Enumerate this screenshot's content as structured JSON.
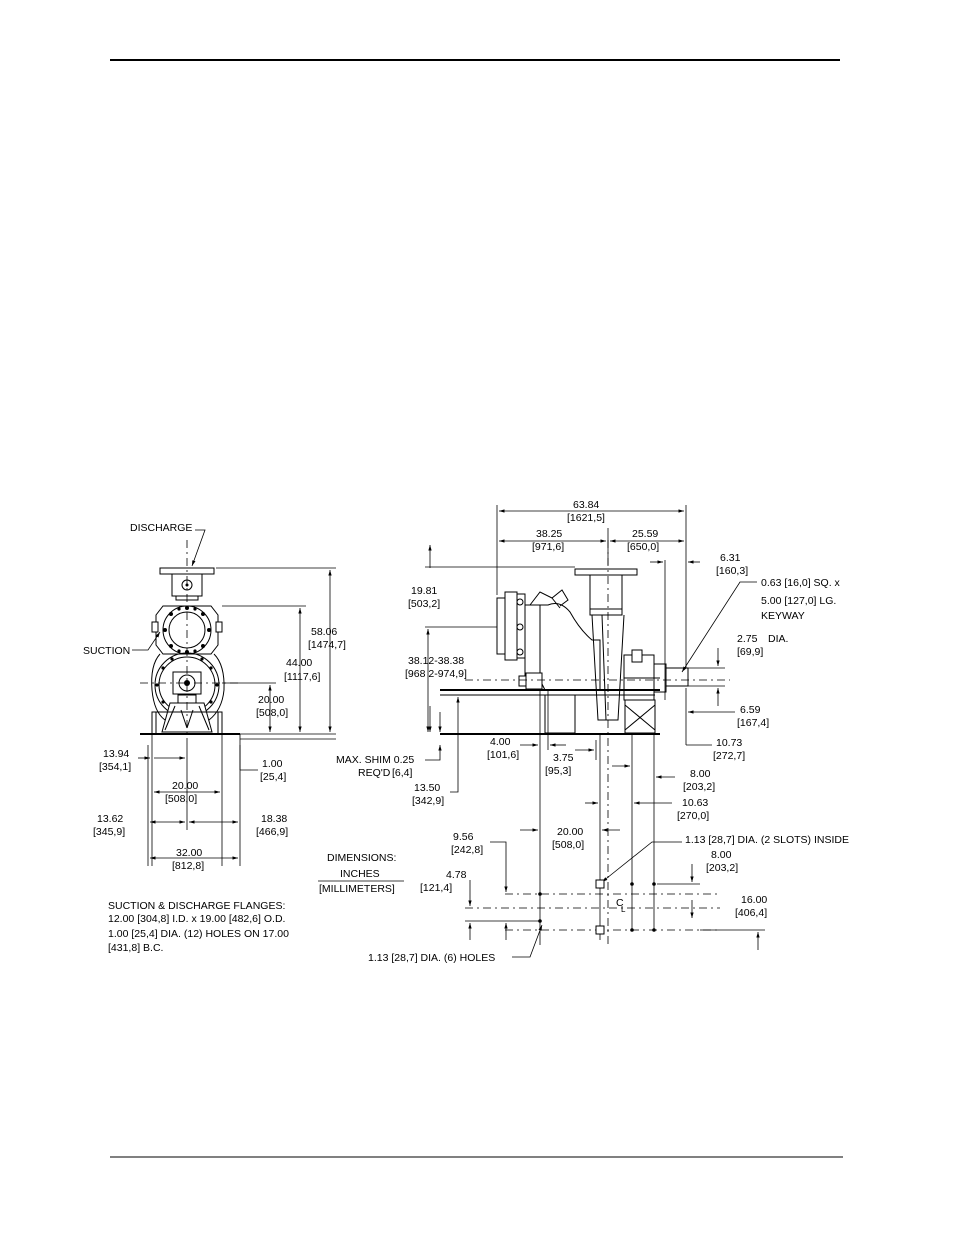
{
  "labels": {
    "discharge": "DISCHARGE",
    "suction": "SUCTION",
    "keyway_1": "0.63 [16,0] SQ. x",
    "keyway_2": "5.00 [127,0] LG.",
    "keyway_3": "KEYWAY",
    "shaft_dia": "2.75",
    "shaft_dia_suffix": "DIA.",
    "shaft_dia_mm": "[69,9]",
    "shim_1": "MAX. SHIM 0.25",
    "shim_2": "REQ'D",
    "shim_mm": "[6,4]",
    "slots": "1.13 [28,7] DIA. (2 SLOTS) INSIDE",
    "holes": "1.13 [28,7] DIA. (6) HOLES",
    "centerline": "C",
    "centerline_sub": "L"
  },
  "units_legend": {
    "title": "DIMENSIONS:",
    "inches": "INCHES",
    "mm": "[MILLIMETERS]"
  },
  "flanges_note": [
    "SUCTION & DISCHARGE FLANGES:",
    "12.00 [304,8] I.D. x 19.00 [482,6] O.D.",
    "1.00 [25,4] DIA. (12) HOLES ON 17.00",
    "[431,8] B.C."
  ],
  "dims": {
    "d5806": "58.06",
    "d5806mm": "[1474,7]",
    "d4400": "44.00",
    "d4400mm": "[1117,6]",
    "d2000a": "20.00",
    "d2000amm": "[508,0]",
    "d100": "1.00",
    "d100mm": "[25,4]",
    "d1394": "13.94",
    "d1394mm": "[354,1]",
    "d2000b": "20.00",
    "d2000bmm": "[508,0]",
    "d1362": "13.62",
    "d1362mm": "[345,9]",
    "d1838": "18.38",
    "d1838mm": "[466,9]",
    "d3200": "32.00",
    "d3200mm": "[812,8]",
    "d6384": "63.84",
    "d6384mm": "[1621,5]",
    "d3825": "38.25",
    "d3825mm": "[971,6]",
    "d2559": "25.59",
    "d2559mm": "[650,0]",
    "d631": "6.31",
    "d631mm": "[160,3]",
    "d1981": "19.81",
    "d1981mm": "[503,2]",
    "d3812": "38.12-38.38",
    "d3812mm": "[968 2-974,9]",
    "d659": "6.59",
    "d659mm": "[167,4]",
    "d1073": "10.73",
    "d1073mm": "[272,7]",
    "d400": "4.00",
    "d400mm": "[101,6]",
    "d375": "3.75",
    "d375mm": "[95,3]",
    "d1350": "13.50",
    "d1350mm": "[342,9]",
    "d800a": "8.00",
    "d800amm": "[203,2]",
    "d1063": "10.63",
    "d1063mm": "[270,0]",
    "d2000c": "20.00",
    "d2000cmm": "[508,0]",
    "d956": "9.56",
    "d956mm": "[242,8]",
    "d800b": "8.00",
    "d800bmm": "[203,2]",
    "d478": "4.78",
    "d478mm": "[121,4]",
    "d1600": "16.00",
    "d1600mm": "[406,4]"
  }
}
